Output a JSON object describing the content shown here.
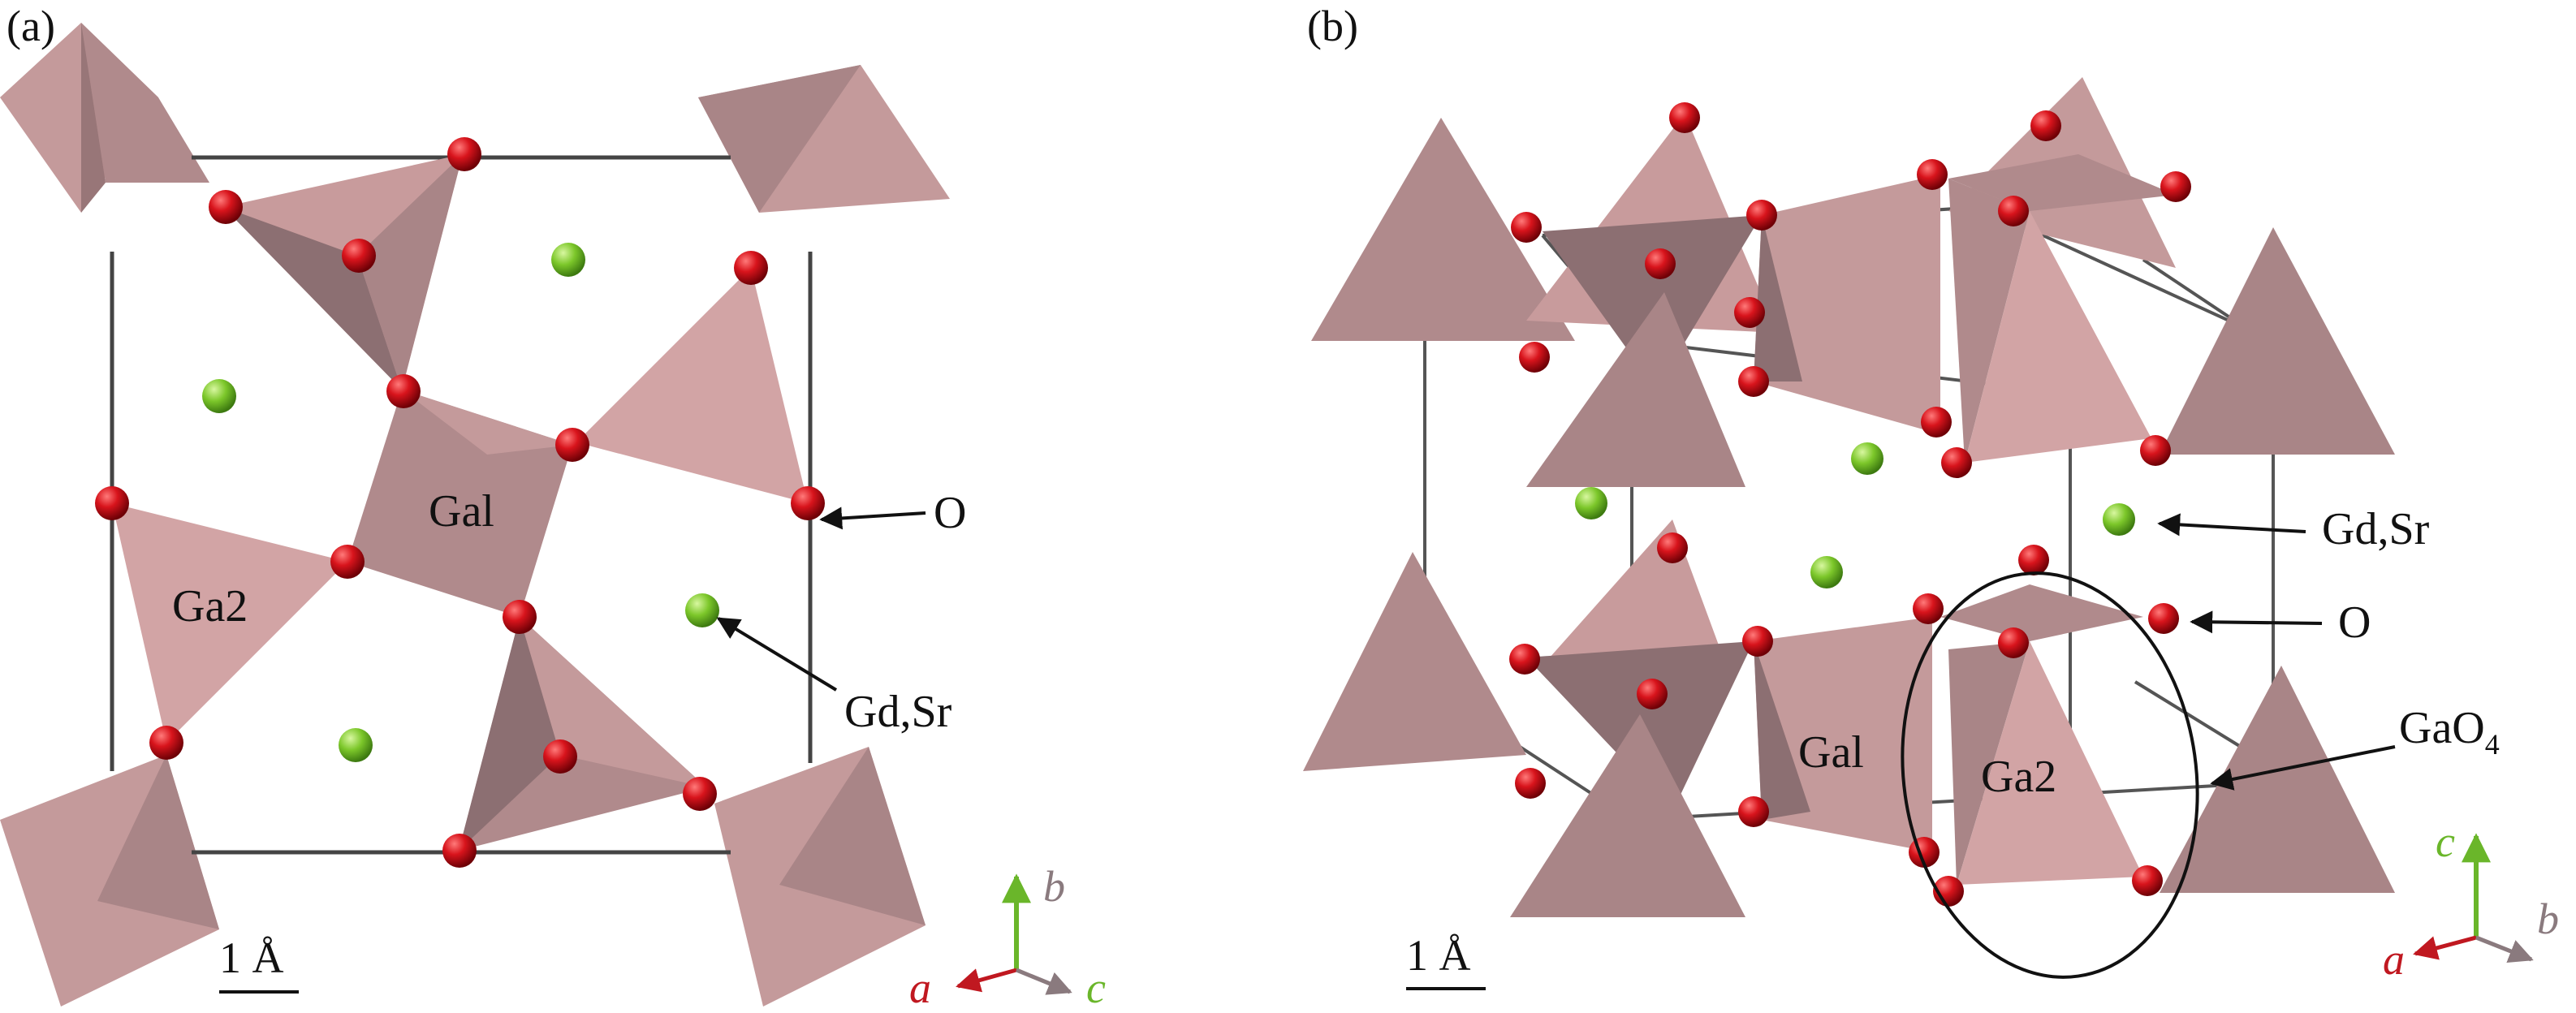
{
  "panels": [
    {
      "id": "a",
      "tag": "(a)",
      "labels": {
        "ga1": "Gal",
        "ga2": "Ga2",
        "oxygen": "O",
        "gdsr": "Gd,Sr"
      },
      "scale": "1 Å",
      "axes": {
        "a": "a",
        "b": "b",
        "c": "c"
      }
    },
    {
      "id": "b",
      "tag": "(b)",
      "labels": {
        "ga1": "Gal",
        "ga2": "Ga2",
        "oxygen": "O",
        "gdsr": "Gd,Sr",
        "gao4": "GaO",
        "gao4_sub": "4"
      },
      "scale": "1 Å",
      "axes": {
        "a": "a",
        "b": "b",
        "c": "c"
      }
    }
  ],
  "colors": {
    "polyhedron_light": "#d2a4a5",
    "polyhedron_mid": "#b89192",
    "polyhedron_dark": "#8c6f72",
    "oxygen_atom": "#d8141c",
    "gdsr_atom": "#7cc72a",
    "cell_edge": "#555555",
    "axis_a": "#c01820",
    "axis_b": "#8a7a7e",
    "axis_c": "#6ab62a"
  }
}
